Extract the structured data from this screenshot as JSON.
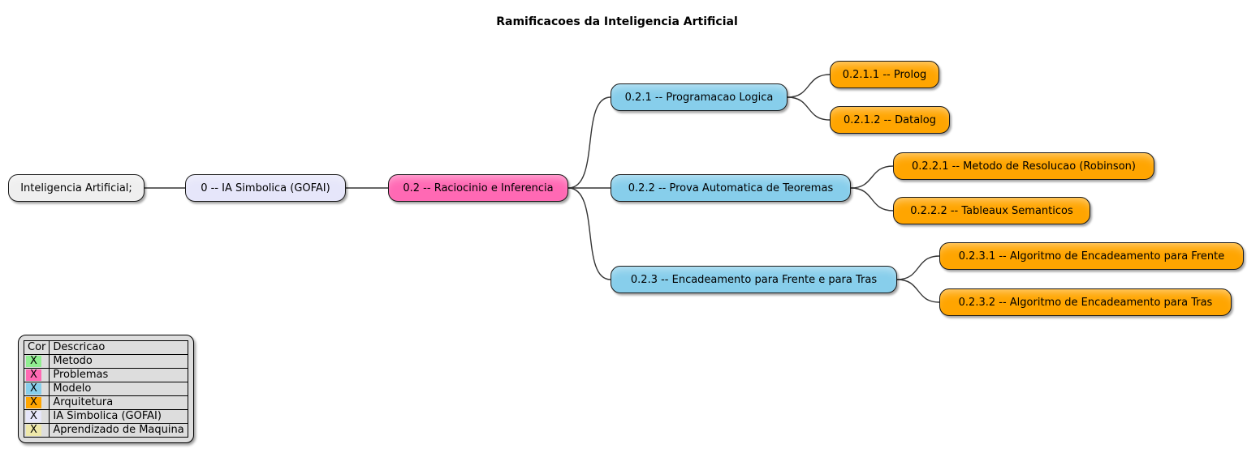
{
  "title": "Ramificacoes da Inteligencia Artificial",
  "colors": {
    "root_gray": "#EFEFEF",
    "gofai_lavender": "#E6E6FA",
    "problems_pink": "#FF69B4",
    "model_blue": "#87CEEB",
    "architecture_orange": "#FFA500",
    "method_green": "#90EE90",
    "ml_yellow": "#EEE8AA",
    "legend_background": "#DDDDDD",
    "edge_stroke": "#353535"
  },
  "nodes": [
    {
      "id": "root",
      "label": "Inteligencia Artificial;",
      "color": "#EFEFEF"
    },
    {
      "id": "0",
      "label": "0 -- IA Simbolica (GOFAI)",
      "color": "#E6E6FA"
    },
    {
      "id": "0.2",
      "label": "0.2 -- Raciocinio e Inferencia",
      "color": "#FF69B4"
    },
    {
      "id": "0.2.1",
      "label": "0.2.1 -- Programacao Logica",
      "color": "#87CEEB"
    },
    {
      "id": "0.2.1.1",
      "label": "0.2.1.1 -- Prolog",
      "color": "#FFA500"
    },
    {
      "id": "0.2.1.2",
      "label": "0.2.1.2 -- Datalog",
      "color": "#FFA500"
    },
    {
      "id": "0.2.2",
      "label": "0.2.2 -- Prova Automatica de Teoremas",
      "color": "#87CEEB"
    },
    {
      "id": "0.2.2.1",
      "label": "0.2.2.1 -- Metodo de Resolucao (Robinson)",
      "color": "#FFA500"
    },
    {
      "id": "0.2.2.2",
      "label": "0.2.2.2 -- Tableaux Semanticos",
      "color": "#FFA500"
    },
    {
      "id": "0.2.3",
      "label": "0.2.3 -- Encadeamento para Frente e para Tras",
      "color": "#87CEEB"
    },
    {
      "id": "0.2.3.1",
      "label": "0.2.3.1 -- Algoritmo de Encadeamento para Frente",
      "color": "#FFA500"
    },
    {
      "id": "0.2.3.2",
      "label": "0.2.3.2 -- Algoritmo de Encadeamento para Tras",
      "color": "#FFA500"
    }
  ],
  "edges": [
    [
      "root",
      "0"
    ],
    [
      "0",
      "0.2"
    ],
    [
      "0.2",
      "0.2.1"
    ],
    [
      "0.2",
      "0.2.2"
    ],
    [
      "0.2",
      "0.2.3"
    ],
    [
      "0.2.1",
      "0.2.1.1"
    ],
    [
      "0.2.1",
      "0.2.1.2"
    ],
    [
      "0.2.2",
      "0.2.2.1"
    ],
    [
      "0.2.2",
      "0.2.2.2"
    ],
    [
      "0.2.3",
      "0.2.3.1"
    ],
    [
      "0.2.3",
      "0.2.3.2"
    ]
  ],
  "legend": {
    "header": [
      "Cor",
      "Descricao"
    ],
    "rows": [
      {
        "mark": "X",
        "color": "#90EE90",
        "label": "Metodo"
      },
      {
        "mark": "X",
        "color": "#FF69B4",
        "label": "Problemas"
      },
      {
        "mark": "X",
        "color": "#87CEEB",
        "label": "Modelo"
      },
      {
        "mark": "X",
        "color": "#FFA500",
        "label": "Arquitetura"
      },
      {
        "mark": "X",
        "color": "#E6E6FA",
        "label": "IA Simbolica (GOFAI)"
      },
      {
        "mark": "X",
        "color": "#EEE8AA",
        "label": "Aprendizado de Maquina"
      }
    ]
  }
}
